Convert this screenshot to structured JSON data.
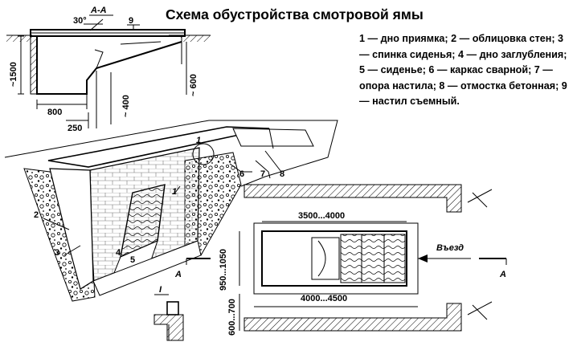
{
  "title": "Схема обустройства смотровой ямы",
  "legend": "1 — дно приямка; 2 — облицовка стен; 3 — спинка сиденья; 4 — дно заглубления; 5 — сиденье; 6 — каркас сварной; 7 — опора настила; 8 — отмостка бетонная; 9 — настил съемный.",
  "section": {
    "name": "А-А",
    "angle": "30°",
    "dim_depth": "~1500",
    "dim_width": "800",
    "dim_step": "250",
    "dim_400": "~ 400",
    "dim_600": "~ 600",
    "label_9": "9"
  },
  "view3d": {
    "labels": [
      "1",
      "1",
      "2",
      "3",
      "4",
      "5",
      "6",
      "7",
      "8"
    ]
  },
  "plan": {
    "dim_inner_len": "3500...4000",
    "dim_outer_len": "4000...4500",
    "dim_width": "950...1050",
    "dim_side": "600...700",
    "entry": "Въезд",
    "cut_a_left": "А",
    "cut_a_right": "А"
  },
  "detail": {
    "name": "I"
  }
}
